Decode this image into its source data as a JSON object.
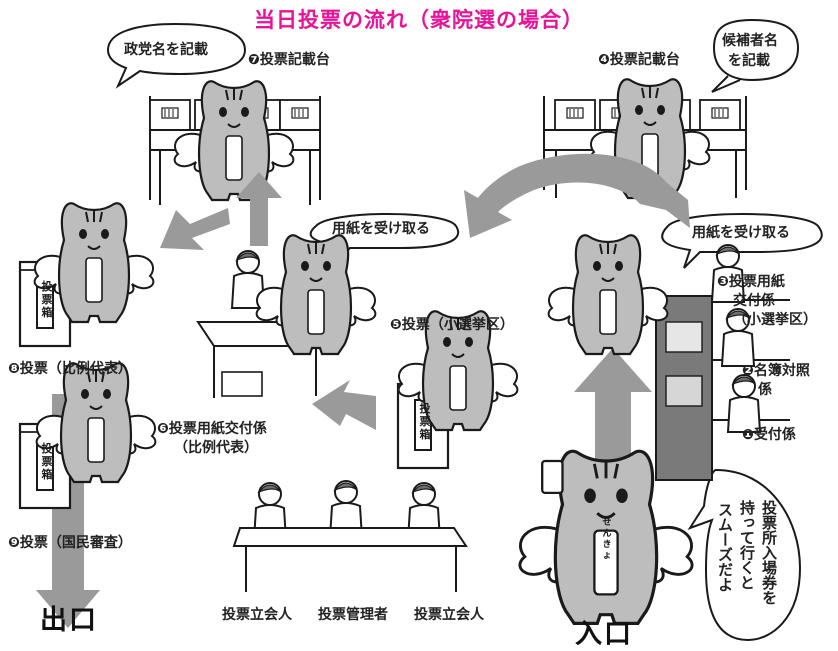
{
  "title": "当日投票の流れ（衆院選の場合）",
  "bubbles": {
    "party": "政党名を記載",
    "candidate_l1": "候補者名",
    "candidate_l2": "を記載",
    "receive_right": "用紙を受け取る",
    "receive_middle": "用紙を受け取る",
    "smooth_l1": "投票所入場券を",
    "smooth_l2": "持って行くと",
    "smooth_l3": "スムーズだよ"
  },
  "steps": {
    "s1": "❶受付係",
    "s2_l1": "❷名簿対照",
    "s2_l2": "係",
    "s3_l1": "❸投票用紙",
    "s3_l2": "交付係",
    "s3_l3": "（小選挙区）",
    "s4": "❹投票記載台",
    "s5": "❺投票（小選挙区）",
    "s6_l1": "❻投票用紙交付係",
    "s6_l2": "（比例代表）",
    "s7": "❼投票記載台",
    "s8": "❽投票（比例代表）",
    "s9": "❾投票（国民審査）"
  },
  "box_label": "投票箱",
  "mascot_sash": "せんきょ",
  "people": {
    "left": "投票立会人",
    "center": "投票管理者",
    "right": "投票立会人"
  },
  "exit_label": "出口",
  "entrance_label": "入口",
  "colors": {
    "title": "#e8139a",
    "arrow": "#9a9a9a",
    "line": "#1a1a1a",
    "mascot_fill": "#bdbdbd"
  }
}
